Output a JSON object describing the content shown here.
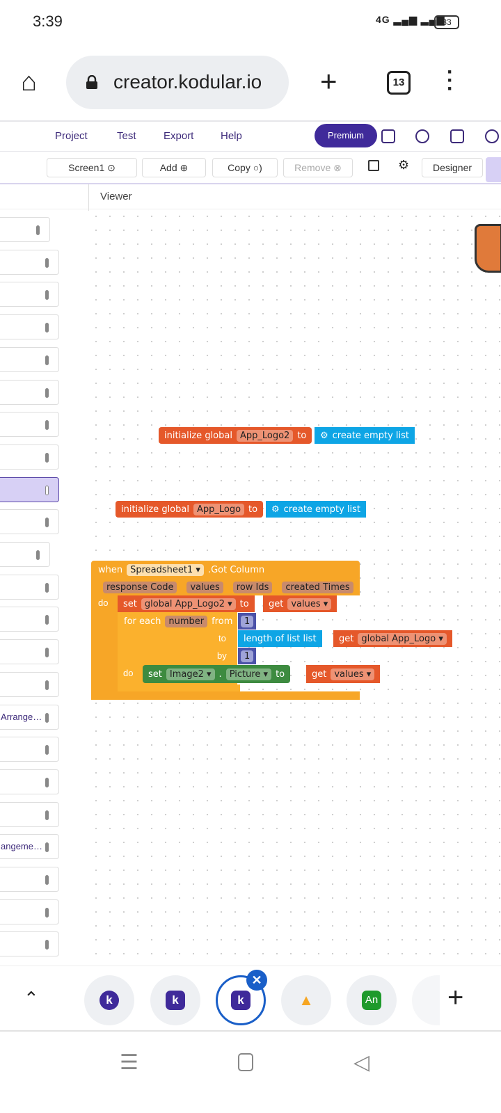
{
  "status_bar": {
    "time": "3:39",
    "signal": "4G",
    "battery": "33"
  },
  "browser": {
    "url": "creator.kodular.io",
    "tab_count": "13"
  },
  "menu": {
    "items": [
      "Project",
      "Test",
      "Export",
      "Help"
    ],
    "premium": "Premium"
  },
  "toolbar": {
    "screen": "Screen1",
    "add": "Add",
    "copy": "Copy",
    "remove": "Remove",
    "designer": "Designer"
  },
  "viewer": {
    "title": "Viewer"
  },
  "sidebar": {
    "items": [
      "",
      "",
      "",
      "",
      "",
      "",
      "",
      "",
      "",
      "",
      "",
      "",
      "",
      "",
      "",
      "Arrange…",
      "",
      "",
      "",
      "angeme…",
      "",
      "",
      ""
    ],
    "selected_index": 8
  },
  "blocks": {
    "init1": {
      "label": "initialize global",
      "name": "App_Logo2",
      "to": "to",
      "value": "create empty list"
    },
    "init2": {
      "label": "initialize global",
      "name": "App_Logo",
      "to": "to",
      "value": "create empty list"
    },
    "event": {
      "when": "when",
      "component": "Spreadsheet1",
      "event": ".Got Column",
      "params": [
        "response Code",
        "values",
        "row Ids",
        "created Times"
      ],
      "do": "do",
      "set1": {
        "set": "set",
        "var": "global App_Logo2",
        "to": "to",
        "get": "get",
        "val": "values"
      },
      "foreach": {
        "label": "for each",
        "var": "number",
        "from": "from",
        "from_val": "1",
        "to": "to",
        "length": "length of list  list",
        "get": "get",
        "list_var": "global App_Logo",
        "by": "by",
        "by_val": "1",
        "do": "do"
      },
      "set2": {
        "set": "set",
        "comp": "Image2",
        "dot": ".",
        "prop": "Picture",
        "to": "to",
        "get": "get",
        "val": "values"
      }
    }
  },
  "tabs": [
    {
      "icon": "k"
    },
    {
      "icon": "k"
    },
    {
      "icon": "k",
      "active": true
    },
    {
      "icon": "firebase"
    },
    {
      "icon": "An"
    }
  ]
}
